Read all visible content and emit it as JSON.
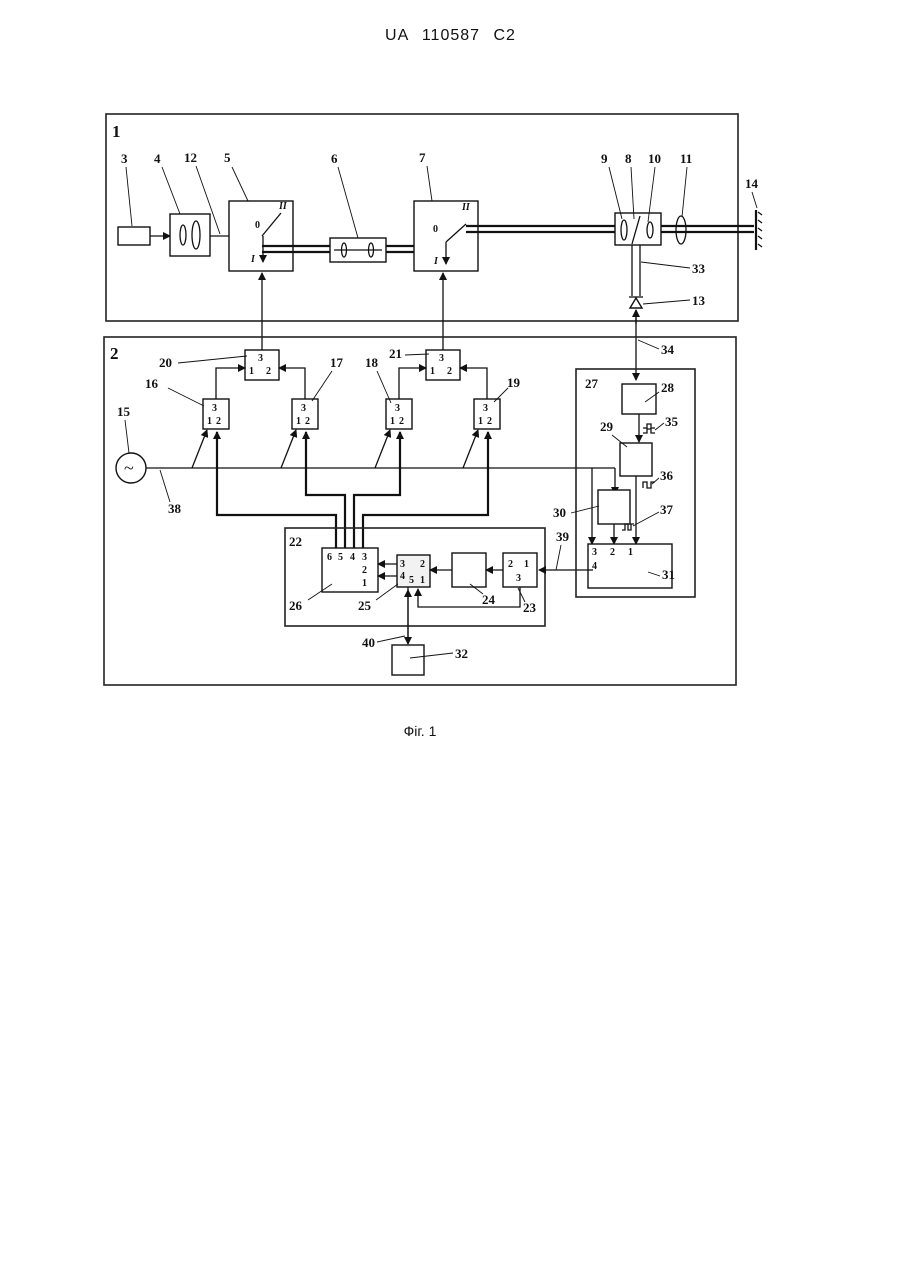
{
  "header": {
    "doc_number": "UA 110587 C2"
  },
  "caption": {
    "text": "Фіг. 1"
  },
  "diagram": {
    "blocks": {
      "b1": "1",
      "b2": "2",
      "n3": "3",
      "n4": "4",
      "n5": "5",
      "n6": "6",
      "n7": "7",
      "n8": "8",
      "n9": "9",
      "n10": "10",
      "n11": "11",
      "n12": "12",
      "n13": "13",
      "n14": "14",
      "n15": "15",
      "n16": "16",
      "n17": "17",
      "n18": "18",
      "n19": "19",
      "n20": "20",
      "n21": "21",
      "n22": "22",
      "n23": "23",
      "n24": "24",
      "n25": "25",
      "n26": "26",
      "n27": "27",
      "n28": "28",
      "n29": "29",
      "n30": "30",
      "n31": "31",
      "n32": "32",
      "n33": "33",
      "n34": "34",
      "n35": "35",
      "n36": "36",
      "n37": "37",
      "n38": "38",
      "n39": "39",
      "n40": "40"
    },
    "switch_pins": {
      "p0": "0",
      "pI": "I",
      "pII": "II"
    },
    "pins": {
      "p1": "1",
      "p2": "2",
      "p3": "3",
      "p4": "4",
      "p5": "5",
      "p6": "6"
    },
    "generator_symbol": "~"
  }
}
